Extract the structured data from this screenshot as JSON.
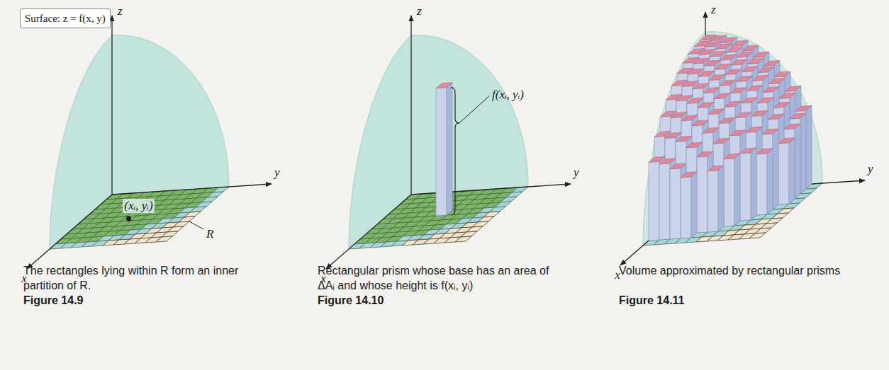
{
  "diagram": {
    "nodes": [
      {
        "text": [
          "Surface: z = f(x, y)"
        ]
      }
    ],
    "labels": [
      "z",
      "(xᵢ, yᵢ)",
      "y",
      "x",
      "R",
      "The rectangles lying within R form an inner partition of R.",
      "Figure 14.9",
      "z",
      "f(xᵢ, yᵢ)",
      "y",
      "x",
      "Rectangular prism whose base has an area of ΔAᵢ and whose height is f(xᵢ, yᵢ)",
      "Figure 14.10",
      "z",
      "y",
      "x",
      "Volume approximated by rectangular prisms",
      "Figure 14.11"
    ]
  }
}
